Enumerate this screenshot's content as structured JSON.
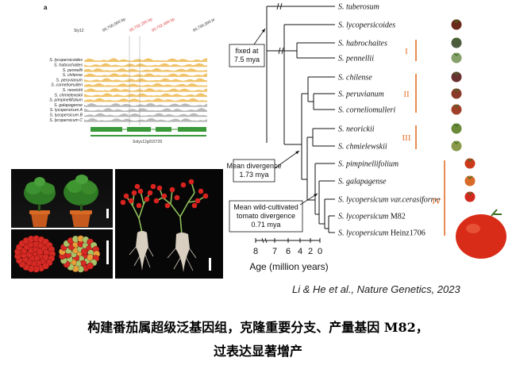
{
  "track": {
    "panel_letter": "a",
    "chr_label": "Sly12",
    "coords": [
      "60,760,000 bp",
      "60,782,295 bp",
      "60,782,498 bp",
      "60,784,000 bp"
    ],
    "species": [
      "S. lycopersicoides",
      "S. habrochaites",
      "S. pennellii",
      "S. chilense",
      "S. peruvianum",
      "S. corneliomulleri",
      "S. neorickii",
      "S. chmielewskii",
      "S. pimpinellifolium",
      "S. galapagense",
      "S. lycopersicum A",
      "S. lycopersicum B",
      "S. lycopersicum C"
    ],
    "gene_label": "Solyc12g015720",
    "colors": {
      "wild": "#f0c36a",
      "cultivated": "#b8b8b8",
      "gene": "#3a9a3a",
      "marker": "#d44444"
    }
  },
  "phylogeny": {
    "taxa": [
      {
        "name": "S. tuberosum",
        "italic": true
      },
      {
        "name": "S. lycopersicoides",
        "italic": true
      },
      {
        "name": "S. habrochaites",
        "italic": true
      },
      {
        "name": "S. pennellii",
        "italic": true
      },
      {
        "name": "S. chilense",
        "italic": true
      },
      {
        "name": "S. peruvianum",
        "italic": true
      },
      {
        "name": "S. corneliomulleri",
        "italic": true
      },
      {
        "name": "S. neorickii",
        "italic": true
      },
      {
        "name": "S. chmielewskii",
        "italic": true
      },
      {
        "name": "S. pimpinellifolium",
        "italic": true
      },
      {
        "name": "S. galapagense",
        "italic": true
      },
      {
        "name": "S. lycopersicum var.cerasiforme",
        "italic": true
      },
      {
        "name": "S. lycopersicum",
        "suffix": " M82",
        "italic": true
      },
      {
        "name": "S. lycopersicum",
        "suffix": " Heinz1706",
        "italic": true
      }
    ],
    "groups": [
      "I",
      "II",
      "III",
      "IV"
    ],
    "annotations": {
      "fixed": [
        "fixed at",
        "7.5 mya"
      ],
      "mean_div": [
        "Mean divergence",
        "1.73 mya"
      ],
      "wild_cult": [
        "Mean wild-cultivated",
        "tomato divergence",
        "0.71 mya"
      ]
    },
    "axis": {
      "ticks": [
        "8",
        "7",
        "6",
        "4",
        "2",
        "0"
      ],
      "label": "Age (million years)"
    },
    "group_color": "#e3702a"
  },
  "citation": "Li & He et al., Nature Genetics, 2023",
  "caption": {
    "line1": "构建番茄属超级泛基因组，克隆重要分支、产量基因 M82，",
    "line2": "过表达显著增产"
  }
}
